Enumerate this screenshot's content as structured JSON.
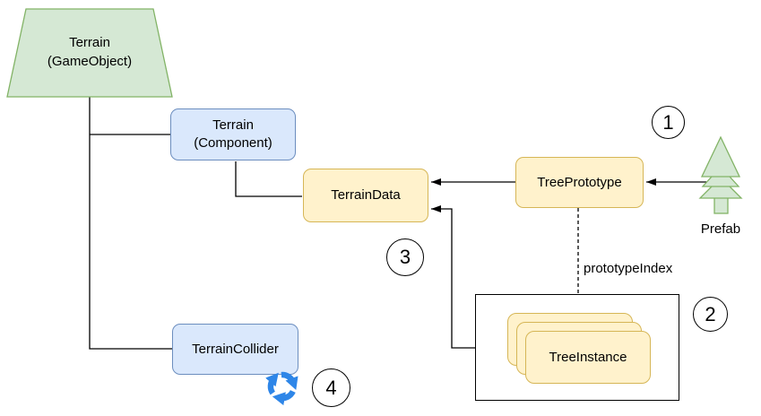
{
  "diagram": {
    "nodes": {
      "terrain_gameobject": {
        "line1": "Terrain",
        "line2": "(GameObject)",
        "shape": "trapezoid",
        "color_role": "green"
      },
      "terrain_component": {
        "line1": "Terrain",
        "line2": "(Component)",
        "shape": "rounded-rect",
        "color_role": "blue"
      },
      "terrain_data": {
        "label": "TerrainData",
        "shape": "rounded-rect",
        "color_role": "yellow"
      },
      "tree_prototype": {
        "label": "TreePrototype",
        "shape": "rounded-rect",
        "color_role": "yellow"
      },
      "tree_instance": {
        "label": "TreeInstance",
        "shape": "stacked-cards",
        "color_role": "yellow"
      },
      "terrain_collider": {
        "label": "TerrainCollider",
        "shape": "rounded-rect",
        "color_role": "blue"
      }
    },
    "labels": {
      "prefab": "Prefab",
      "prototype_index": "prototypeIndex"
    },
    "steps": {
      "s1": "1",
      "s2": "2",
      "s3": "3",
      "s4": "4"
    },
    "icons": {
      "tree_prefab": "pine-tree",
      "sync": "circular-arrows"
    },
    "colors": {
      "green_fill": "#d5e8d4",
      "green_stroke": "#82b366",
      "blue_fill": "#dae8fc",
      "blue_stroke": "#6c8ebf",
      "yellow_fill": "#fff2cc",
      "yellow_stroke": "#d6b656",
      "line": "#000000",
      "sync_icon_blue": "#2E86E8"
    }
  }
}
